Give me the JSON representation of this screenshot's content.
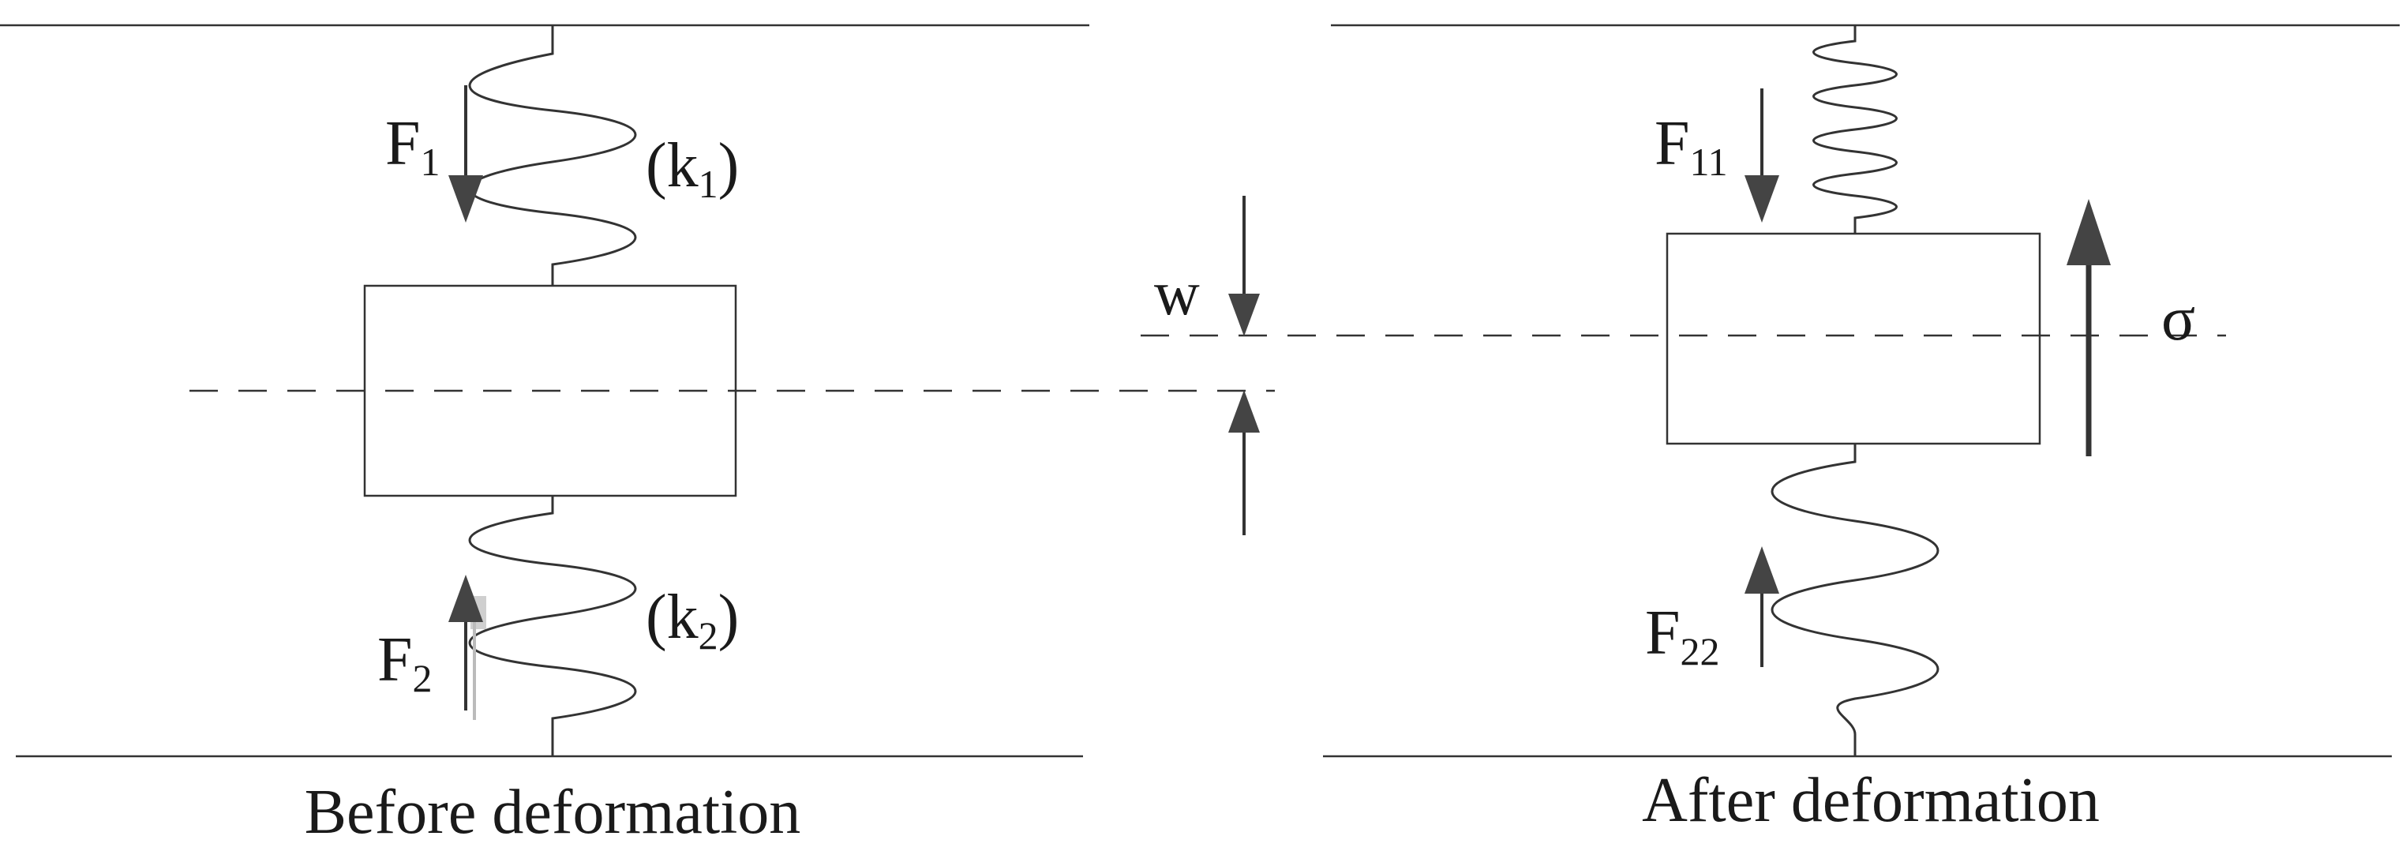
{
  "before": {
    "force_top": {
      "main": "F",
      "sub": "1"
    },
    "force_bottom": {
      "main": "F",
      "sub": "2"
    },
    "spring_top": {
      "open": "(k",
      "sub": "1",
      "close": ")"
    },
    "spring_bottom": {
      "open": "(k",
      "sub": "2",
      "close": ")"
    },
    "caption": "Before deformation"
  },
  "after": {
    "force_top": {
      "main": "F",
      "sub": "11"
    },
    "force_bottom": {
      "main": "F",
      "sub": "22"
    },
    "stress": "σ",
    "caption": "After deformation"
  },
  "displacement": "w"
}
